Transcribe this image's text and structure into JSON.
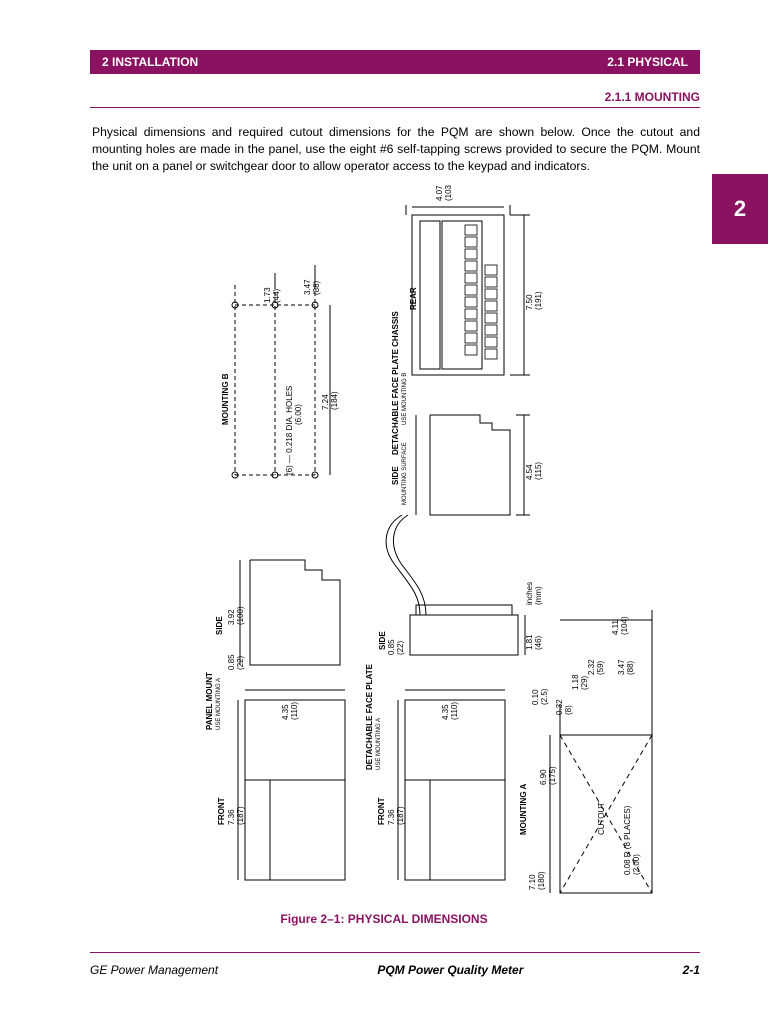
{
  "header": {
    "section": "2 INSTALLATION",
    "subsection_right": "2.1 PHYSICAL",
    "subheading": "2.1.1 MOUNTING"
  },
  "body": {
    "paragraph": "Physical dimensions and required cutout dimensions for the PQM are shown below. Once the cutout and mounting holes are made in the panel, use the eight #6 self-tapping screws provided to secure the PQM. Mount the unit on a panel or switchgear door to allow operator access to the keypad and indicators."
  },
  "chapter_tab": "2",
  "figure": {
    "caption": "Figure 2–1: PHYSICAL DIMENSIONS",
    "labels": {
      "detachable_chassis": "DETACHABLE FACE PLATE CHASSIS",
      "use_mounting_b": "USE MOUNTING B",
      "rear": "REAR",
      "side": "SIDE",
      "mounting_surface": "MOUNTING SURFACE",
      "mounting_b": "MOUNTING B",
      "holes": "(6) — 0.218 DIA. HOLES",
      "holes_mm": "(6.00)",
      "panel_mount": "PANEL MOUNT",
      "use_mounting_a": "USE MOUNTING A",
      "front": "FRONT",
      "detachable_face_plate": "DETACHABLE FACE PLATE",
      "mounting_a": "MOUNTING A",
      "cutout": "CUTOUT",
      "radius": "0.08 R (8 PLACES)",
      "radius_mm": "(2.00)",
      "inches": "inches",
      "mm": "(mm)",
      "d_407": "4.07",
      "d_407mm": "(103)",
      "d_750": "7.50",
      "d_750mm": "(191)",
      "d_454": "4.54",
      "d_454mm": "(115)",
      "d_347": "3.47",
      "d_347mm": "(88)",
      "d_173": "1.73",
      "d_173mm": "(44)",
      "d_724": "7.24",
      "d_724mm": "(184)",
      "d_392": "3.92",
      "d_392mm": "(100)",
      "d_085": "0.85",
      "d_085mm": "(22)",
      "d_435": "4.35",
      "d_435mm": "(110)",
      "d_736": "7.36",
      "d_736mm": "(187)",
      "d_181": "1.81",
      "d_181mm": "(46)",
      "d_411": "4.11",
      "d_411mm": "(104)",
      "d_232": "2.32",
      "d_232mm": "(59)",
      "d_118": "1.18",
      "d_118mm": "(29)",
      "d_032": "0.32",
      "d_032mm": "(8)",
      "d_010": "0.10",
      "d_010mm": "(2.5)",
      "d_690": "6.90",
      "d_690mm": "(175)",
      "d_710": "7.10",
      "d_710mm": "(180)"
    }
  },
  "footer": {
    "left": "GE Power Management",
    "center": "PQM Power Quality Meter",
    "right": "2-1"
  }
}
